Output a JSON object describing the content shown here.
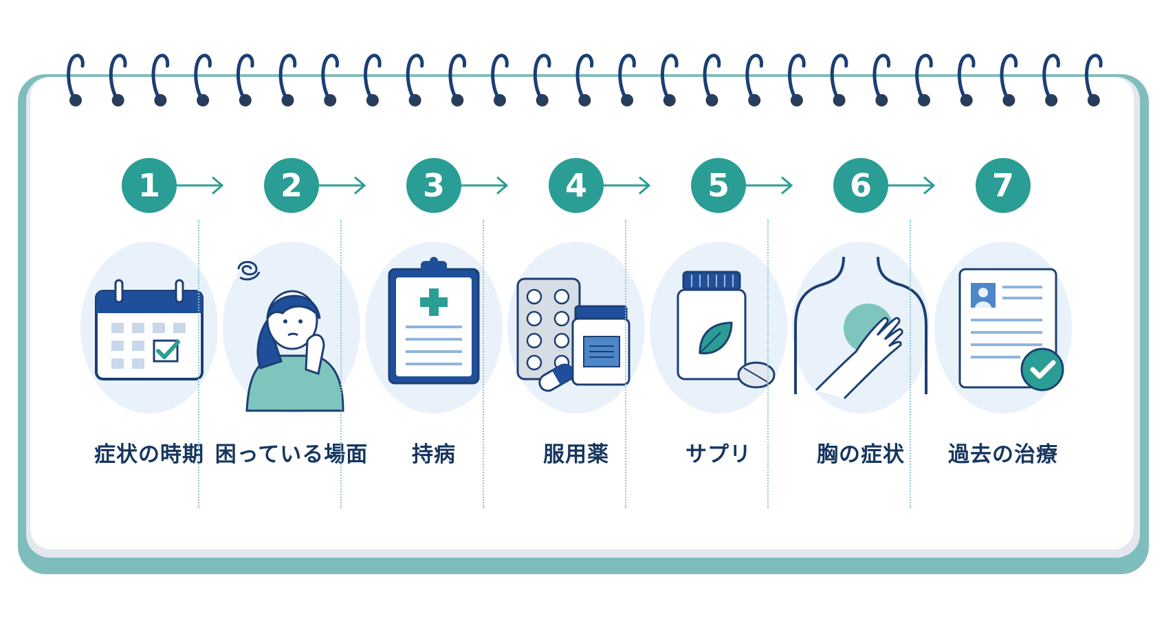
{
  "steps": [
    {
      "number": "1",
      "label": "症状の時期",
      "icon": "calendar-check-icon"
    },
    {
      "number": "2",
      "label": "困っている場面",
      "icon": "worried-person-icon"
    },
    {
      "number": "3",
      "label": "持病",
      "icon": "medical-clipboard-icon"
    },
    {
      "number": "4",
      "label": "服用薬",
      "icon": "pills-and-bottle-icon"
    },
    {
      "number": "5",
      "label": "サプリ",
      "icon": "supplement-bottle-icon"
    },
    {
      "number": "6",
      "label": "胸の症状",
      "icon": "chest-hand-icon"
    },
    {
      "number": "7",
      "label": "過去の治療",
      "icon": "medical-record-check-icon"
    }
  ],
  "colors": {
    "accent": "#2a9d94",
    "navy": "#1b3f73",
    "border": "#7fbdbd",
    "bubble": "#e9f1fa"
  }
}
